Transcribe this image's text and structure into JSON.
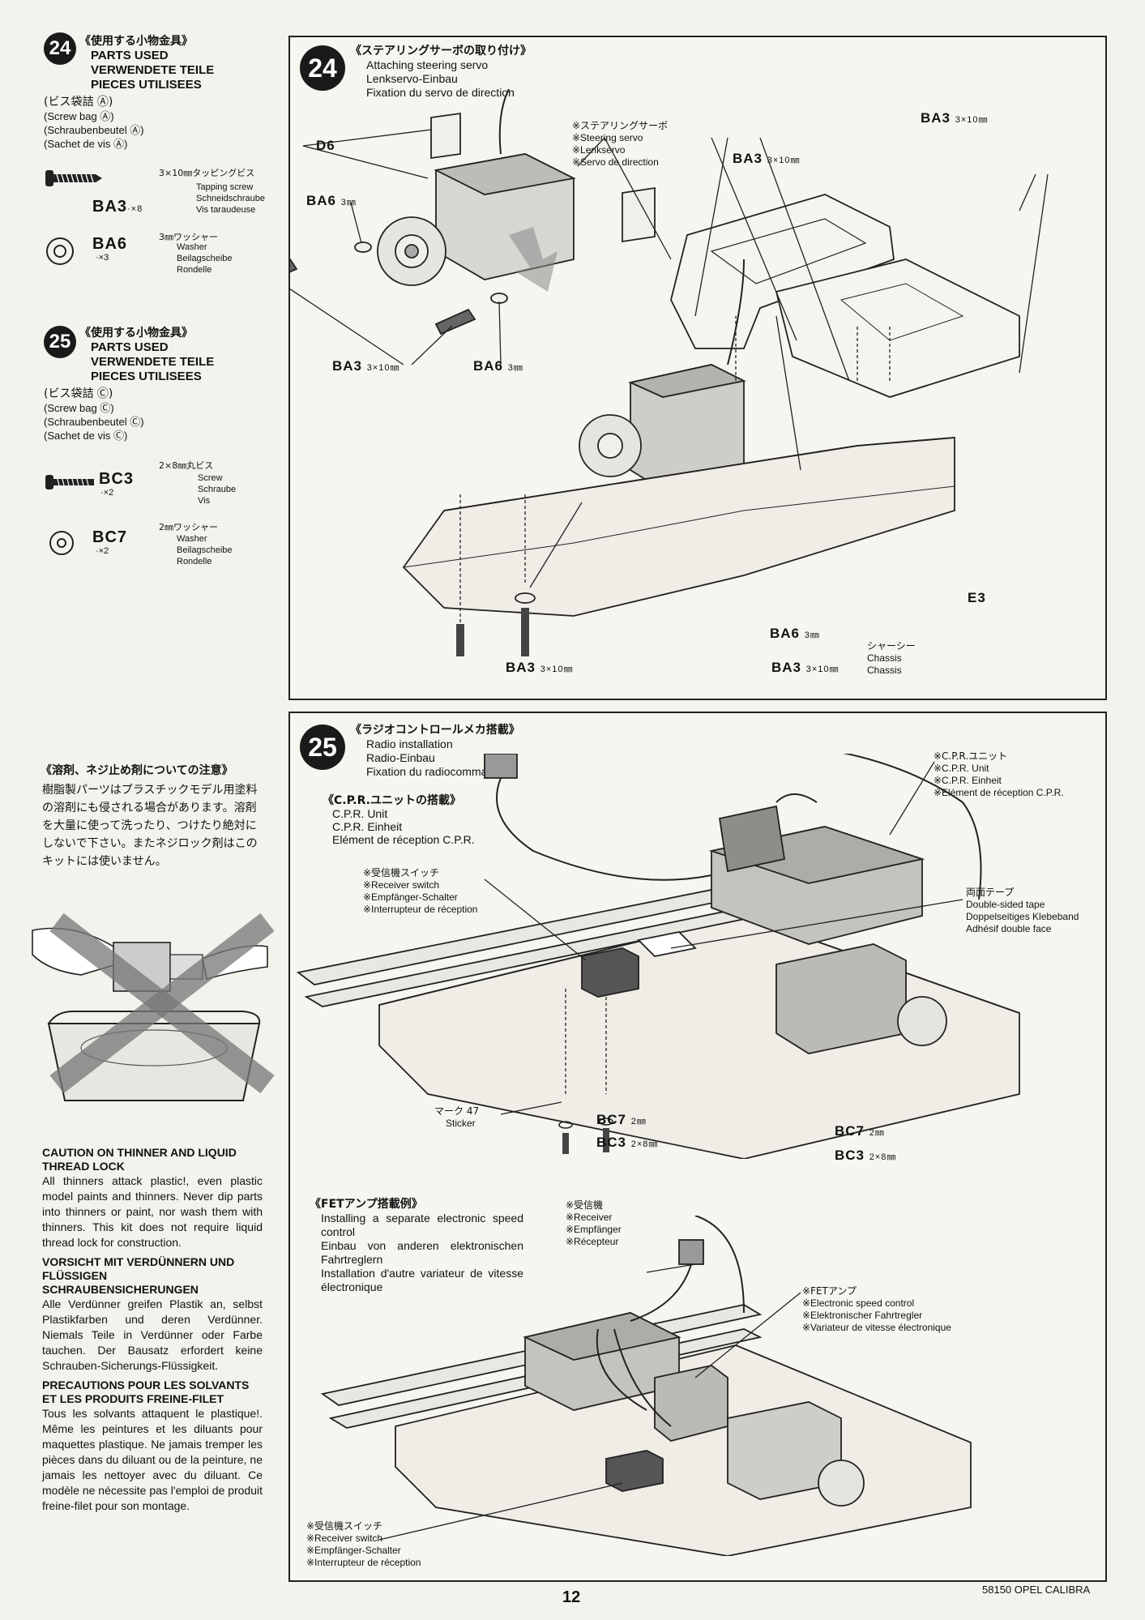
{
  "sidebar": {
    "step24": {
      "number": "24",
      "jp_title": "《使用する小物金具》",
      "en": "PARTS USED",
      "de": "VERWENDETE TEILE",
      "fr": "PIECES UTILISEES",
      "bag_jp": "(ビス袋詰 Ⓐ)",
      "bag_en": "(Screw bag Ⓐ)",
      "bag_de": "(Schraubenbeutel Ⓐ)",
      "bag_fr": "(Sachet de vis Ⓐ)",
      "parts": [
        {
          "code": "BA3",
          "qty": "·×8",
          "size_jp": "3×10㎜タッピングビス",
          "desc": [
            "Tapping screw",
            "Schneidschraube",
            "Vis taraudeuse"
          ]
        },
        {
          "code": "BA6",
          "qty": "·×3",
          "size_jp": "3㎜ワッシャー",
          "desc": [
            "Washer",
            "Beilagscheibe",
            "Rondelle"
          ]
        }
      ]
    },
    "step25": {
      "number": "25",
      "jp_title": "《使用する小物金具》",
      "en": "PARTS USED",
      "de": "VERWENDETE TEILE",
      "fr": "PIECES UTILISEES",
      "bag_jp": "(ビス袋詰 Ⓒ)",
      "bag_en": "(Screw bag Ⓒ)",
      "bag_de": "(Schraubenbeutel Ⓒ)",
      "bag_fr": "(Sachet de vis Ⓒ)",
      "parts": [
        {
          "code": "BC3",
          "qty": "·×2",
          "size_jp": "2×8㎜丸ビス",
          "desc": [
            "Screw",
            "Schraube",
            "Vis"
          ]
        },
        {
          "code": "BC7",
          "qty": "·×2",
          "size_jp": "2㎜ワッシャー",
          "desc": [
            "Washer",
            "Beilagscheibe",
            "Rondelle"
          ]
        }
      ]
    },
    "caution_jp_title": "《溶剤、ネジ止め剤についての注意》",
    "caution_jp_body": "樹脂製パーツはプラスチックモデル用塗料の溶剤にも侵される場合があります。溶剤を大量に使って洗ったり、つけたり絶対にしないで下さい。またネジロック剤はこのキットには使いません。",
    "caution_en_title": "CAUTION ON THINNER AND LIQUID THREAD LOCK",
    "caution_en_body": "All thinners attack plastic!, even plastic model paints and thinners. Never dip parts into thinners or paint, nor wash them with thinners. This kit does not require liquid thread lock for construction.",
    "caution_de_title": "VORSICHT MIT VERDÜNNERN UND FLÜSSIGEN SCHRAUBENSICHERUNGEN",
    "caution_de_body": "Alle Verdünner greifen Plastik an, selbst Plastikfarben und deren Verdünner. Niemals Teile in Verdünner oder Farbe tauchen. Der Bausatz erfordert keine Schrauben-Sicherungs-Flüssigkeit.",
    "caution_fr_title": "PRECAUTIONS POUR LES SOLVANTS ET LES PRODUITS FREINE-FILET",
    "caution_fr_body": "Tous les solvants attaquent le plastique!. Même les peintures et les diluants pour maquettes plastique. Ne jamais tremper les pièces dans du diluant ou de la peinture, ne jamais les nettoyer avec du diluant. Ce modèle ne nécessite pas l'emploi de produit freine-filet pour son montage."
  },
  "step24_box": {
    "number": "24",
    "jp_title": "《ステアリングサーボの取り付け》",
    "en": "Attaching steering servo",
    "de": "Lenkservo-Einbau",
    "fr": "Fixation du servo de direction",
    "servo_jp": "※ステアリングサーボ",
    "servo_en": "※Steering servo",
    "servo_de": "※Lenkservo",
    "servo_fr": "※Servo de direction",
    "labels": {
      "d6": "D6",
      "ba6_top": "BA6",
      "ba6_top_size": "3㎜",
      "ba3_left": "BA3",
      "ba3_left_size": "3×10㎜",
      "ba6_mid": "BA6",
      "ba6_mid_size": "3㎜",
      "ba3_center": "BA3",
      "ba3_center_size": "3×10㎜",
      "ba3_right": "BA3",
      "ba3_right_size": "3×10㎜",
      "e3": "E3",
      "ba6_bottom": "BA6",
      "ba6_bottom_size": "3㎜",
      "ba3_bl": "BA3",
      "ba3_bl_size": "3×10㎜",
      "ba3_br": "BA3",
      "ba3_br_size": "3×10㎜",
      "chassis_jp": "シャーシー",
      "chassis_en": "Chassis",
      "chassis_de": "Chassis"
    }
  },
  "step25_box": {
    "number": "25",
    "jp_title": "《ラジオコントロールメカ搭載》",
    "en": "Radio installation",
    "de": "Radio-Einbau",
    "fr": "Fixation du radiocommande",
    "cpr_jp_title": "《C.P.R.ユニットの搭載》",
    "cpr_en": "C.P.R. Unit",
    "cpr_de": "C.P.R. Einheit",
    "cpr_fr": "Elément de réception C.P.R.",
    "cpr_note_jp": "※C.P.R.ユニット",
    "cpr_note_en": "※C.P.R. Unit",
    "cpr_note_de": "※C.P.R. Einheit",
    "cpr_note_fr": "※Elément de réception C.P.R.",
    "switch_jp": "※受信機スイッチ",
    "switch_en": "※Receiver switch",
    "switch_de": "※Empfänger-Schalter",
    "switch_fr": "※Interrupteur de réception",
    "tape_jp": "両面テープ",
    "tape_en": "Double-sided tape",
    "tape_de": "Doppelseitiges Klebeband",
    "tape_fr": "Adhésif double face",
    "sticker_jp": "マーク 47",
    "sticker_en": "Sticker",
    "bc7_left": "BC7",
    "bc7_left_size": "2㎜",
    "bc3_left": "BC3",
    "bc3_left_size": "2×8㎜",
    "bc7_right": "BC7",
    "bc7_right_size": "2㎜",
    "bc3_right": "BC3",
    "bc3_right_size": "2×8㎜",
    "fet_jp_title": "《FETアンプ搭載例》",
    "fet_en": "Installing a separate electronic speed control",
    "fet_de": "Einbau von anderen elektronischen Fahrtreglern",
    "fet_fr": "Installation d'autre variateur de vitesse électronique",
    "recv_jp": "※受信機",
    "recv_en": "※Receiver",
    "recv_de": "※Empfänger",
    "recv_fr": "※Récepteur",
    "esc_jp": "※FETアンプ",
    "esc_en": "※Electronic speed control",
    "esc_de": "※Elektronischer Fahrtregler",
    "esc_fr": "※Variateur de vitesse électronique",
    "switch2_jp": "※受信機スイッチ",
    "switch2_en": "※Receiver switch",
    "switch2_de": "※Empfänger-Schalter",
    "switch2_fr": "※Interrupteur de réception"
  },
  "footer": {
    "page_number": "12",
    "kit": "58150 OPEL CALIBRA"
  }
}
